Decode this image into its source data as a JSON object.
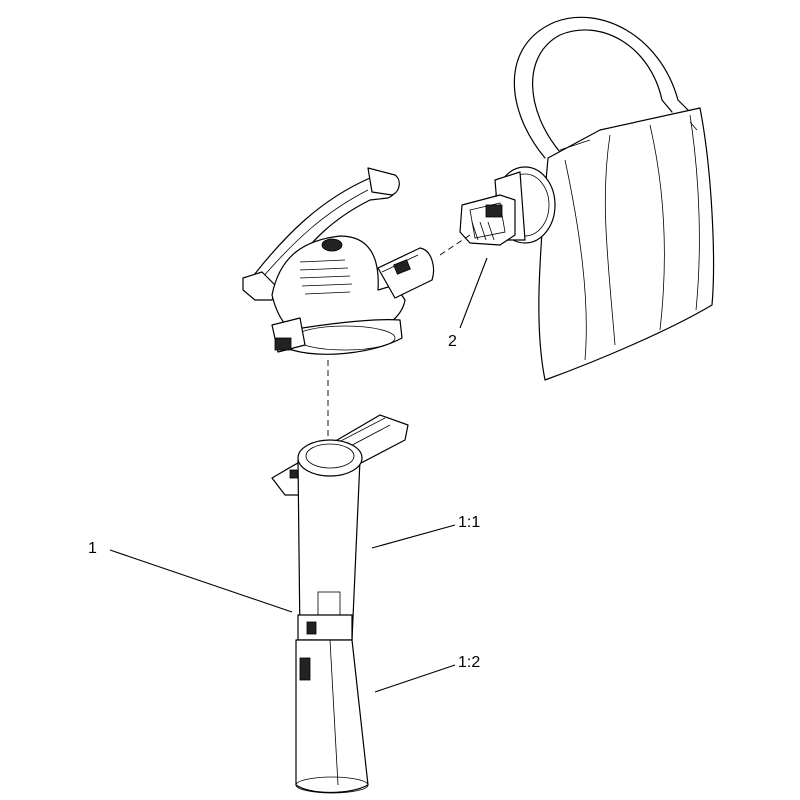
{
  "callouts": {
    "part_1": "1",
    "part_1_1": "1:1",
    "part_1_2": "1:2",
    "part_2": "2"
  }
}
